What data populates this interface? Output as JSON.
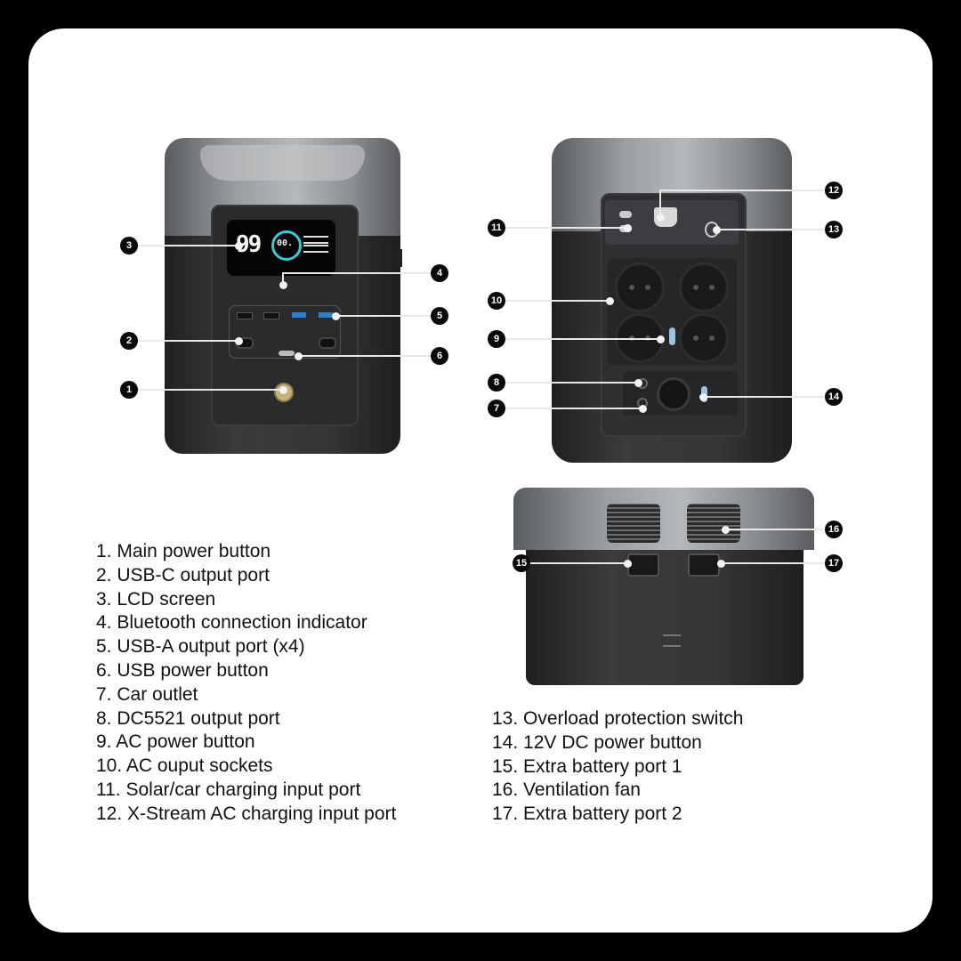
{
  "callouts": [
    "1",
    "2",
    "3",
    "4",
    "5",
    "6",
    "7",
    "8",
    "9",
    "10",
    "11",
    "12",
    "13",
    "14",
    "15",
    "16",
    "17"
  ],
  "lcd": {
    "battery_percent": "99",
    "center_value": "00."
  },
  "legend_left": [
    "1.  Main power button",
    "2.  USB-C output port",
    "3.  LCD screen",
    "4.  Bluetooth connection indicator",
    "5.  USB-A output port (x4)",
    "6.  USB power button",
    "7.  Car outlet",
    "8.  DC5521 output port",
    "9.  AC power button",
    "10. AC ouput sockets",
    "11.  Solar/car charging input port",
    "12. X-Stream AC charging input port"
  ],
  "legend_right": [
    "13. Overload protection switch",
    "14. 12V DC power button",
    "15. Extra battery port 1",
    "16. Ventilation fan",
    "17. Extra battery port 2"
  ],
  "colors": {
    "background": "#000000",
    "card": "#ffffff",
    "lcd_ring": "#3ec6d8",
    "usb_fast": "#2f7fd0",
    "power_button": "#c9b27a"
  }
}
